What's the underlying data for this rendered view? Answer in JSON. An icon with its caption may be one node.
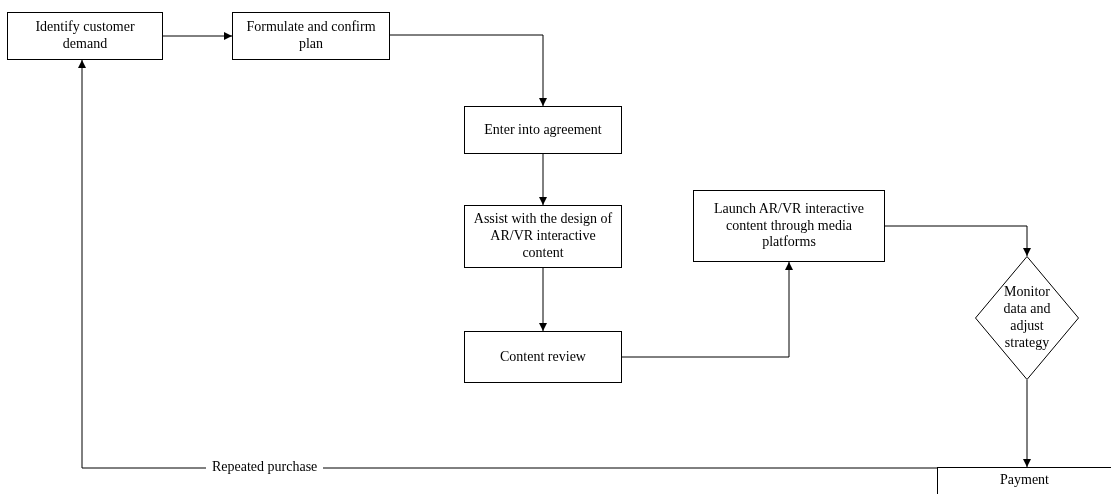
{
  "diagram": {
    "nodes": [
      {
        "text": [
          "Identify customer demand"
        ]
      },
      {
        "text": [
          "Formulate and confirm plan"
        ]
      },
      {
        "text": [
          "Enter into agreement"
        ]
      },
      {
        "text": [
          "Assist with the design of AR/VR interactive content"
        ]
      },
      {
        "text": [
          "Content review"
        ]
      },
      {
        "text": [
          "Launch AR/VR interactive content through media platforms"
        ]
      },
      {
        "text": [
          "Monitor data and adjust strategy"
        ]
      },
      {
        "text": [
          "Payment"
        ]
      }
    ],
    "edges": [
      {
        "from": 0,
        "to": 1,
        "arrow": "to"
      },
      {
        "from": 1,
        "to": 2,
        "arrow": "to"
      },
      {
        "from": 2,
        "to": 3,
        "arrow": "to"
      },
      {
        "from": 3,
        "to": 4,
        "arrow": "to"
      },
      {
        "from": 4,
        "to": 5,
        "arrow": "to"
      },
      {
        "from": 5,
        "to": 6,
        "arrow": "to"
      },
      {
        "from": 6,
        "to": 7,
        "arrow": "to"
      },
      {
        "from": 7,
        "to": 0,
        "arrow": "to",
        "label": "Repeated purchase"
      }
    ]
  }
}
